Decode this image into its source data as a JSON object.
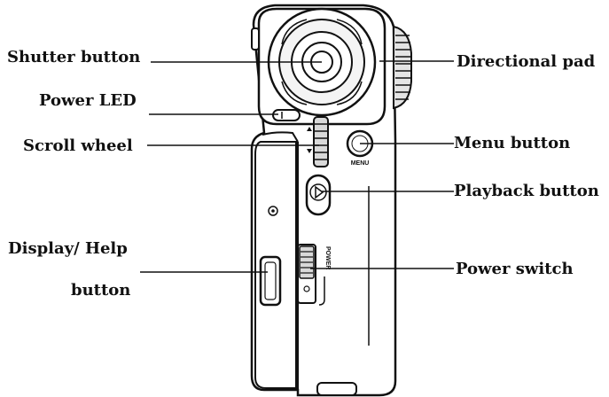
{
  "labels": {
    "shutter_button": "Shutter button",
    "power_led": "Power LED",
    "scroll_wheel": "Scroll wheel",
    "display_help_line1": "Display/ Help",
    "display_help_line2": "button",
    "directional_pad": "Directional pad",
    "menu_button": "Menu button",
    "playback_button": "Playback button",
    "power_switch": "Power switch"
  },
  "device_text": {
    "menu": "MENU",
    "power": "POWER"
  },
  "colors": {
    "line": "#111111",
    "device_fill": "#ffffff",
    "device_shade": "#d9d9d9"
  }
}
